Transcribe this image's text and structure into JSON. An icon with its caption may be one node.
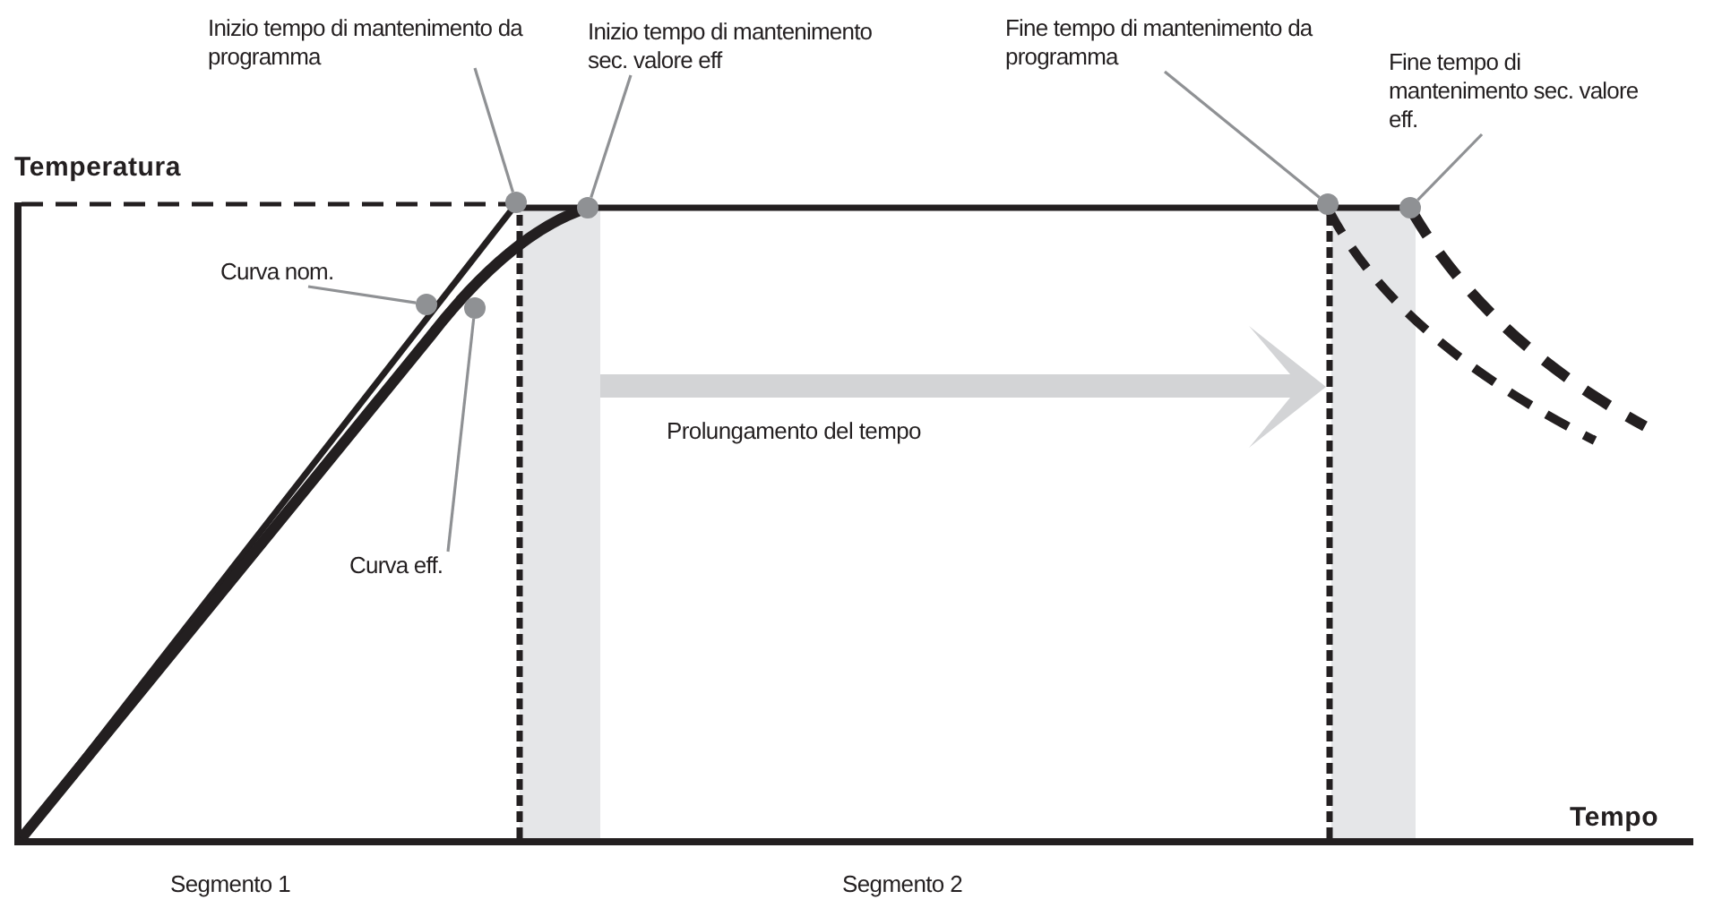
{
  "diagram": {
    "nodes": [
      {
        "text": [
          "Inizio tempo di mantenimento da programma"
        ]
      },
      {
        "text": [
          "Inizio tempo di mantenimento sec. valore eff"
        ]
      },
      {
        "text": [
          "Fine tempo di mantenimento da programma"
        ]
      },
      {
        "text": [
          "Fine tempo di mantenimento sec. valore eff."
        ]
      },
      {
        "text": [
          "Curva nom."
        ]
      },
      {
        "text": [
          "Curva eff."
        ]
      },
      {
        "text": [],
        "shape": "circle"
      },
      {
        "text": [],
        "shape": "circle"
      },
      {
        "text": [],
        "shape": "circle"
      },
      {
        "text": [],
        "shape": "circle"
      },
      {
        "text": [],
        "shape": "circle"
      },
      {
        "text": [],
        "shape": "circle"
      }
    ],
    "edges": [
      {
        "from": 0,
        "to": 6,
        "arrow": "none"
      },
      {
        "from": 1,
        "to": 7,
        "arrow": "none"
      },
      {
        "from": 2,
        "to": 8,
        "arrow": "none"
      },
      {
        "from": 3,
        "to": 9,
        "arrow": "none"
      },
      {
        "from": 4,
        "to": 10,
        "arrow": "none"
      },
      {
        "from": 5,
        "to": 11,
        "arrow": "none"
      }
    ],
    "labels": [
      "Temperatura",
      "Prolungamento del tempo",
      "Tempo",
      "Segmento 1",
      "Segmento 2"
    ]
  }
}
